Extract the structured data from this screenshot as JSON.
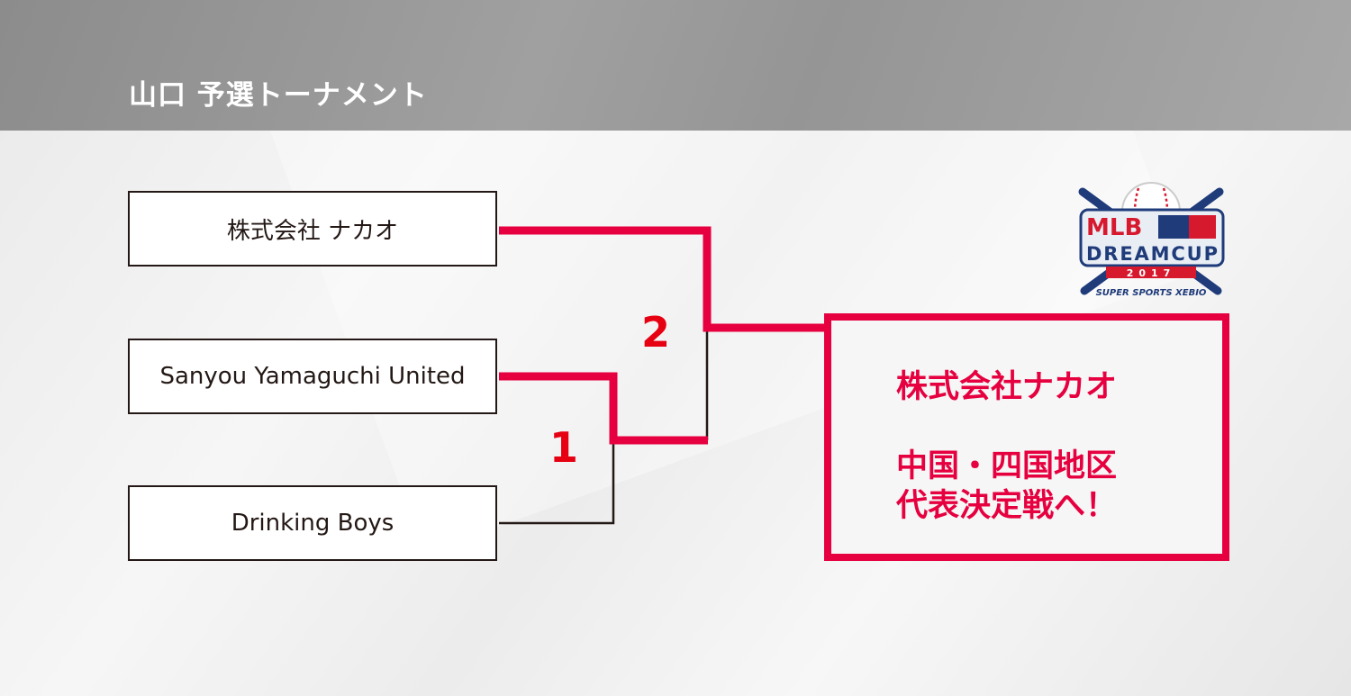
{
  "header": {
    "title": "山口 予選トーナメント"
  },
  "teams": [
    "株式会社 ナカオ",
    "Sanyou Yamaguchi United",
    "Drinking Boys"
  ],
  "rounds": [
    "1",
    "2"
  ],
  "result": {
    "winner": "株式会社ナカオ",
    "line1": "中国・四国地区",
    "line2": "代表決定戦へ！"
  },
  "logo": {
    "text": "MLB DREAMCUP 2017",
    "sponsor": "SUPER SPORTS XEBIO"
  },
  "colors": {
    "accent": "#e6003f",
    "line": "#231815"
  }
}
